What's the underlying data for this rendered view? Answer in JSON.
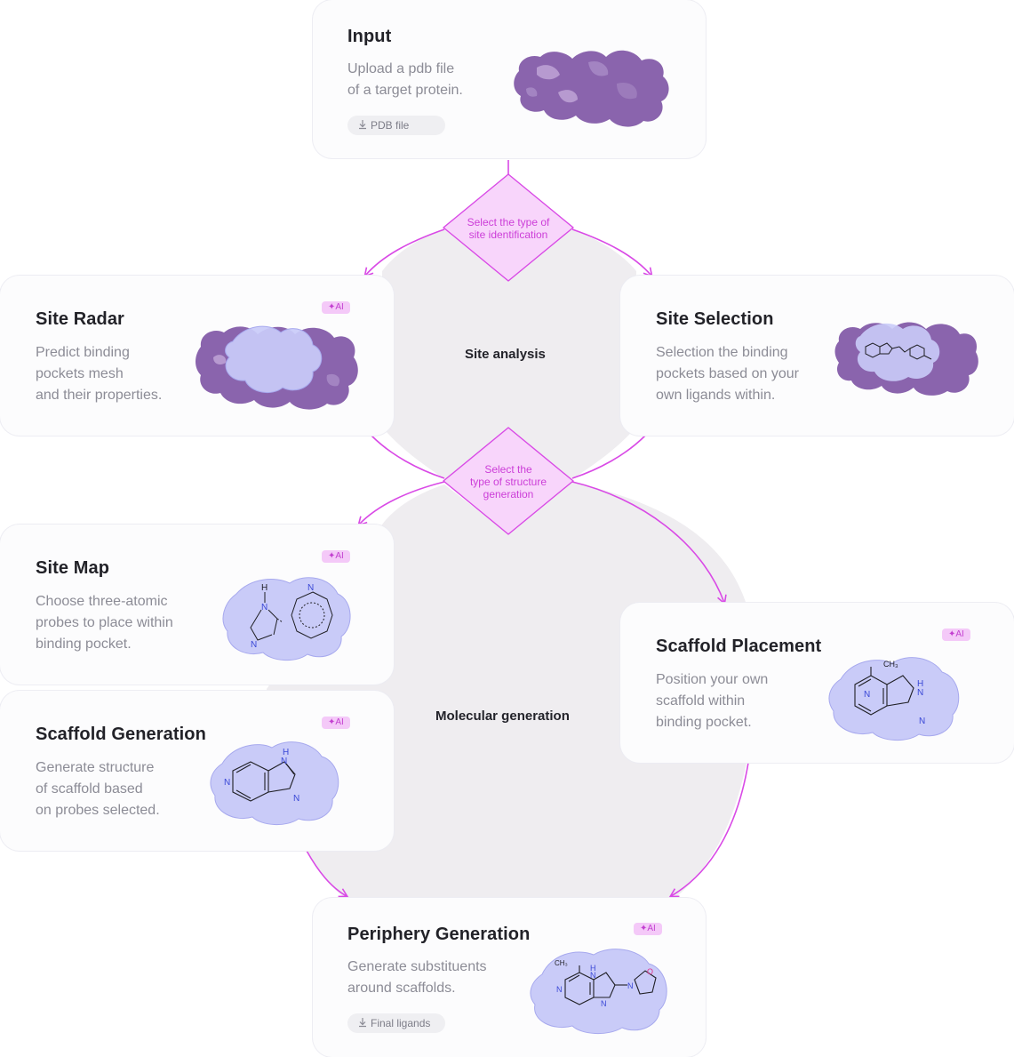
{
  "colors": {
    "accent": "#d94ae6",
    "diamond_fill": "#f8d5fb",
    "region_fill": "#efedf0",
    "protein": "#8a64ad",
    "pocket": "#c9cbf8",
    "ai_badge_bg": "#f4c9f8",
    "ai_badge_text": "#c33fd0"
  },
  "nodes": {
    "input": {
      "title": "Input",
      "description": "Upload a pdb file\nof a target protein.",
      "button_label": "PDB file",
      "button_icon": "download-icon",
      "illustration": "protein-surface"
    },
    "site_radar": {
      "title": "Site Radar",
      "description": "Predict binding\npockets mesh\nand their properties.",
      "badge": "✦AI",
      "illustration": "protein-with-pocket-mesh"
    },
    "site_selection": {
      "title": "Site Selection",
      "description": "Selection the binding\npockets based on your\nown ligands within.",
      "illustration": "protein-with-ligand"
    },
    "site_map": {
      "title": "Site Map",
      "description": "Choose three-atomic\nprobes to place within\nbinding pocket.",
      "badge": "✦AI",
      "illustration": "probes-in-pocket",
      "atom_labels": [
        "H",
        "N",
        "N",
        "N"
      ]
    },
    "scaffold_generation": {
      "title": "Scaffold Generation",
      "description": "Generate structure\nof scaffold based\non probes selected.",
      "badge": "✦AI",
      "illustration": "scaffold-in-pocket",
      "atom_labels": [
        "H",
        "N",
        "N",
        "N"
      ]
    },
    "scaffold_placement": {
      "title": "Scaffold Placement",
      "description": "Position your own\nscaffold within\nbinding pocket.",
      "badge": "✦AI",
      "illustration": "methyl-scaffold-in-pocket",
      "atom_labels": [
        "CH₃",
        "H",
        "N",
        "N",
        "N"
      ]
    },
    "periphery_generation": {
      "title": "Periphery Generation",
      "description": "Generate substituents\naround scaffolds.",
      "badge": "✦AI",
      "button_label": "Final ligands",
      "button_icon": "download-icon",
      "illustration": "final-ligand-in-pocket",
      "atom_labels": [
        "CH₃",
        "H",
        "N",
        "N",
        "N",
        "N",
        "O"
      ]
    }
  },
  "decisions": {
    "site_type": "Select the type of\nsite identification",
    "structure_type": "Select the\ntype of structure\ngeneration"
  },
  "sections": {
    "site_analysis": "Site analysis",
    "molecular_generation": "Molecular generation"
  }
}
